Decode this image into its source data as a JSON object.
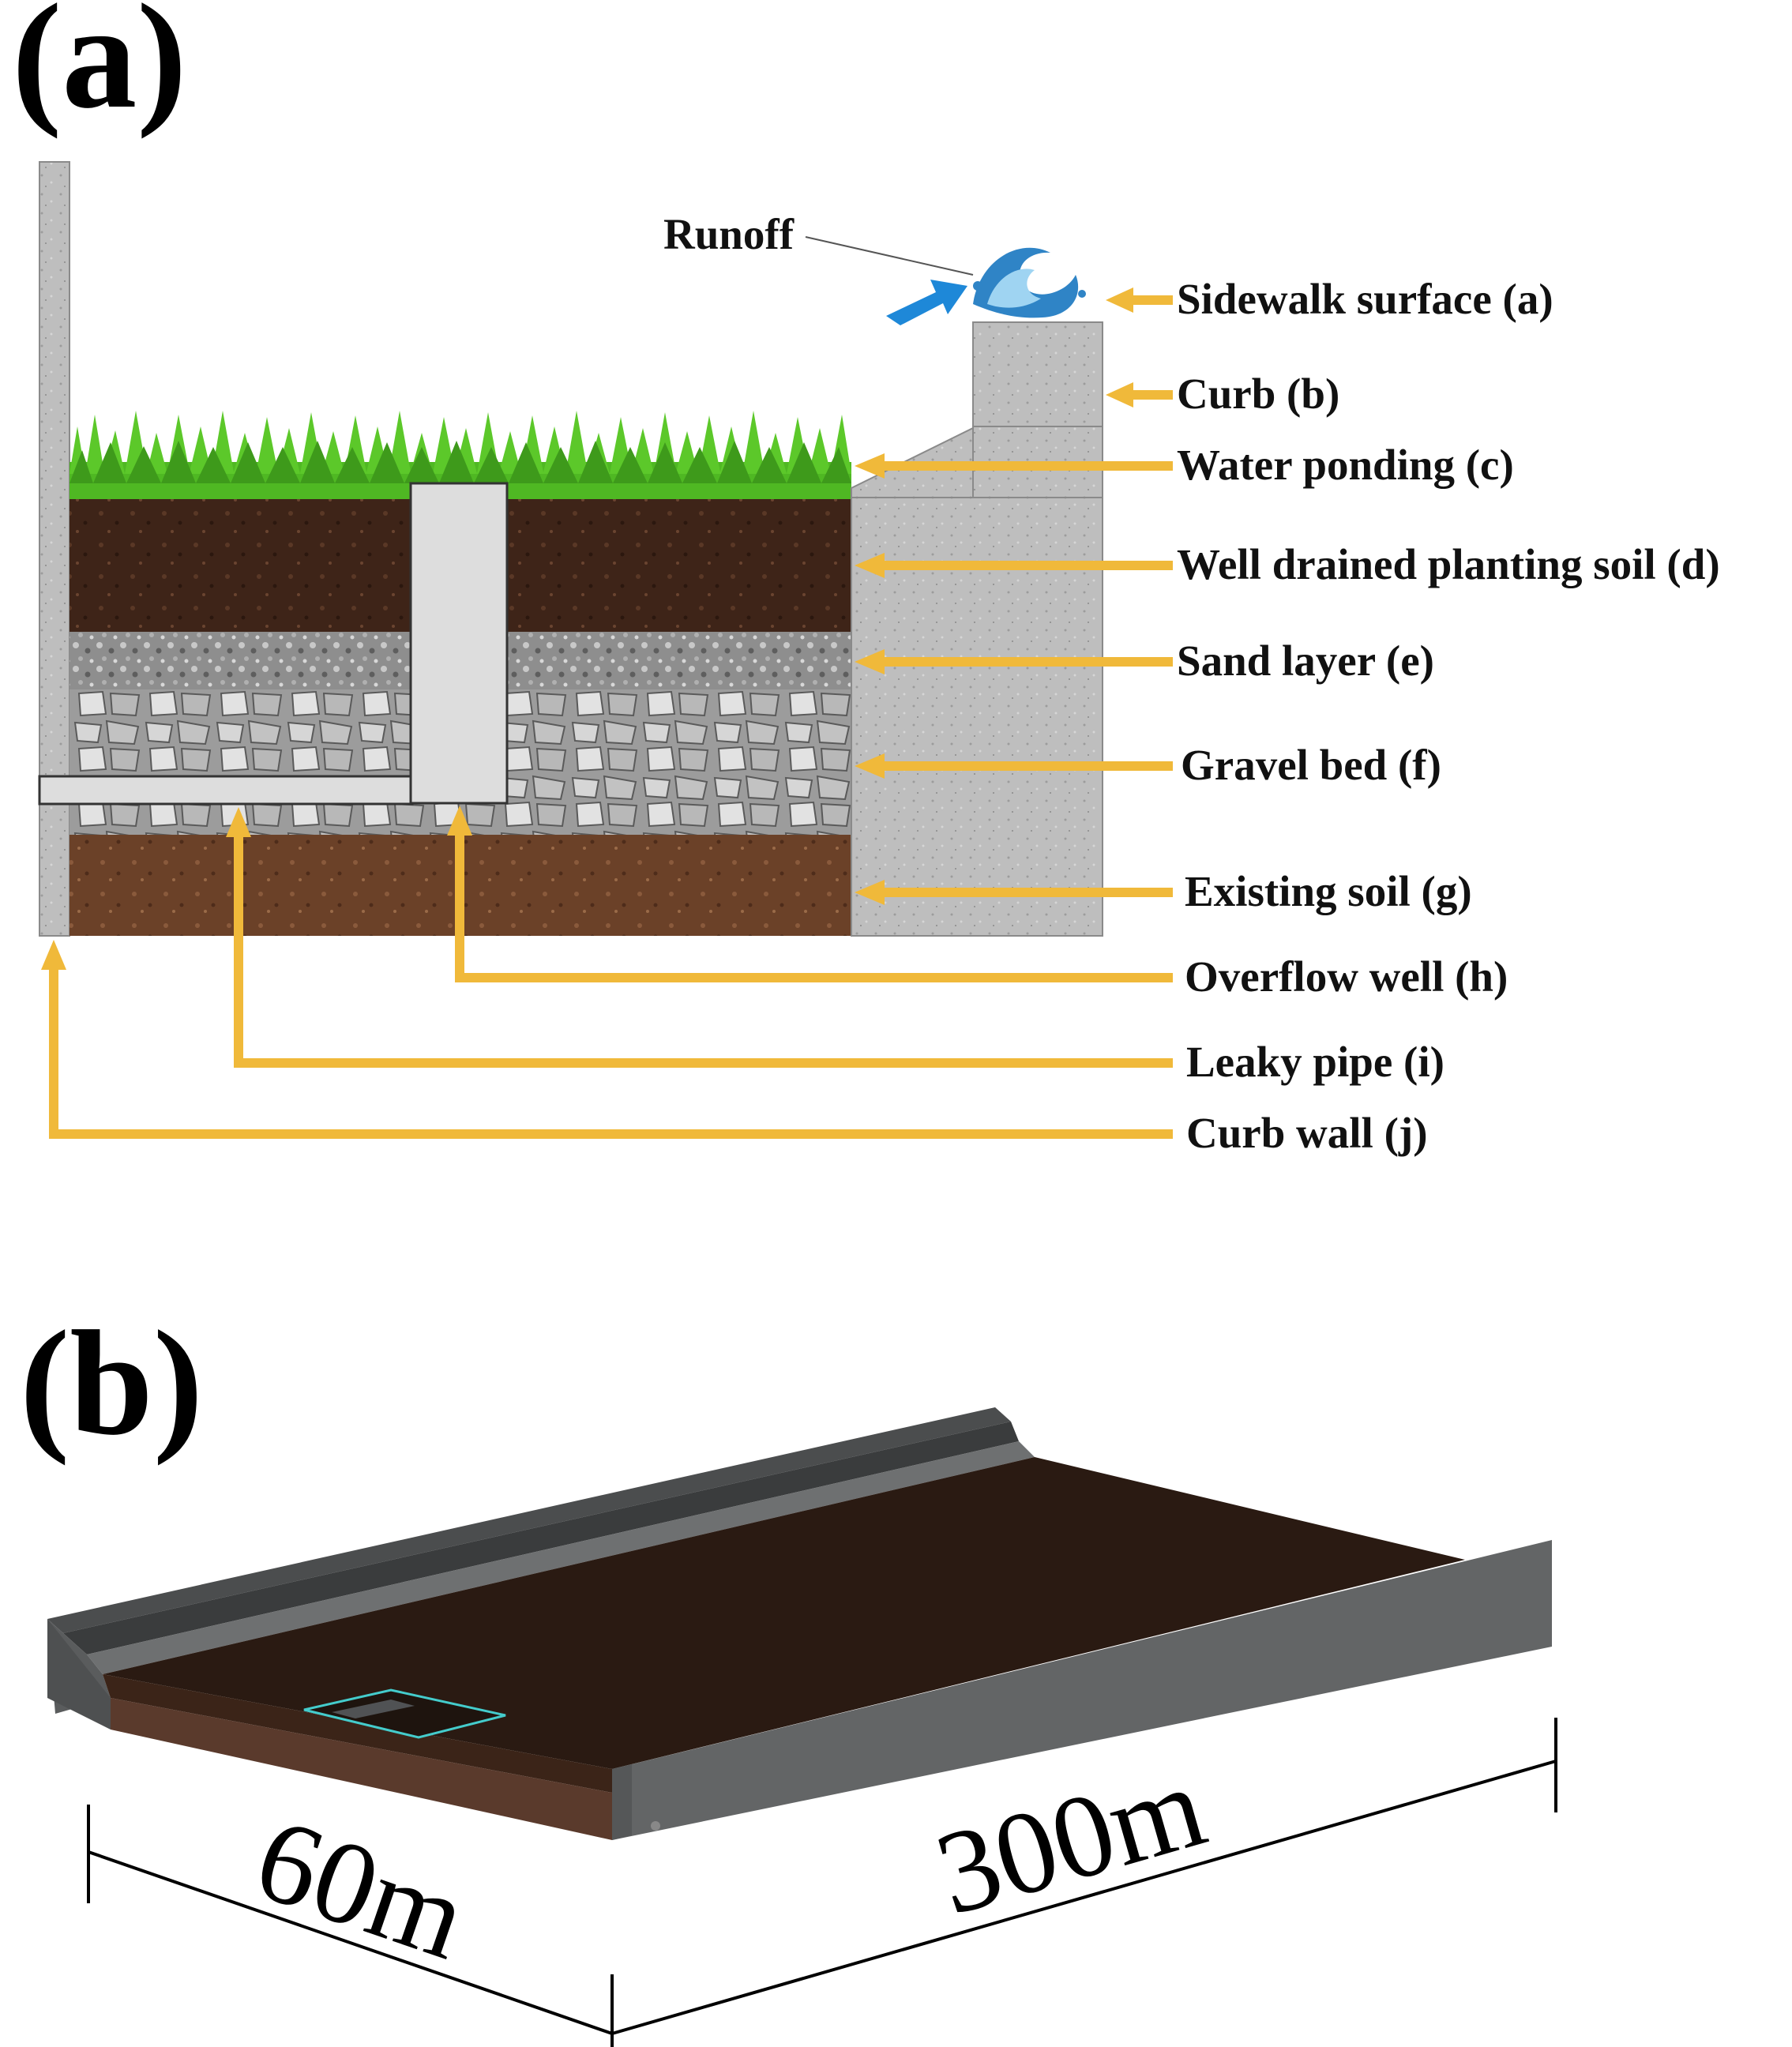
{
  "panel_a": {
    "label": "(a)",
    "runoff_label": "Runoff",
    "callouts": {
      "a": "Sidewalk surface (a)",
      "b": "Curb (b)",
      "c": "Water ponding (c)",
      "d": "Well drained planting soil (d)",
      "e": "Sand layer (e)",
      "f": "Gravel bed (f)",
      "g": "Existing soil (g)",
      "h": "Overflow well (h)",
      "i": "Leaky pipe (i)",
      "j": "Curb wall (j)"
    },
    "colors": {
      "arrow": "#F0B93A",
      "grass": "#4FB823",
      "planting_soil": "#3E2418",
      "sand": "#8E8E8E",
      "gravel": "#B5B5B5",
      "existing_soil": "#6B4128",
      "concrete": "#BEBEBE",
      "runoff_arrow": "#1E88D8"
    }
  },
  "panel_b": {
    "label": "(b)",
    "dim_width": "60m",
    "dim_length": "300m",
    "colors": {
      "soil_surface": "#2A1A12",
      "wall": "#636566",
      "curb_top": "#4B4D4E",
      "soil_edge": "#5A3A2C",
      "well_outline": "#44CCCC"
    }
  }
}
